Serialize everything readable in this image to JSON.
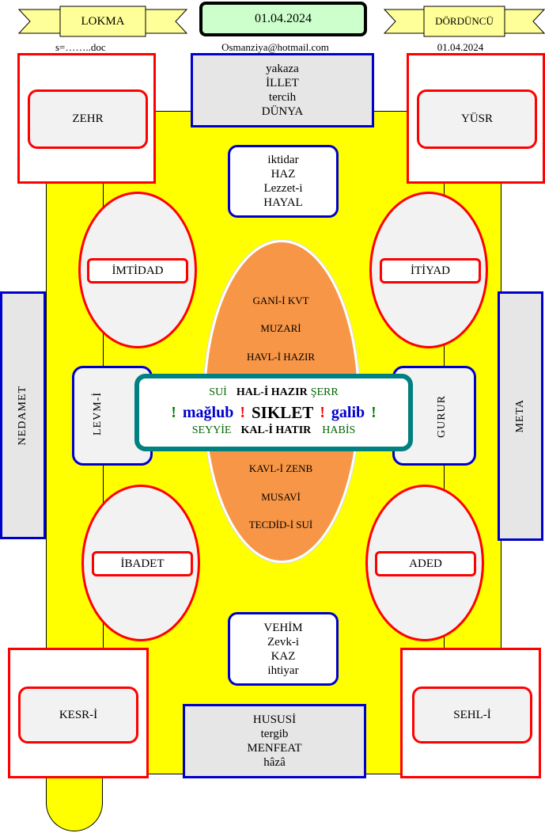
{
  "header": {
    "left_ribbon": "LOKMA",
    "center_date": "01.04.2024",
    "right_ribbon": "DÖRDÜNCÜ",
    "file_name": "s=……..doc",
    "email": "Osmanziya@hotmail.com",
    "right_date": "01.04.2024"
  },
  "top_box": [
    "yakaza",
    "İLLET",
    "tercih",
    "DÜNYA"
  ],
  "upper_box": [
    "iktidar",
    "HAZ",
    "Lezzet-i",
    "HAYAL"
  ],
  "corners": {
    "top_left": "ZEHR",
    "top_right": "YÜSR",
    "bottom_left": "KESR-İ",
    "bottom_right": "SEHL-İ"
  },
  "ellipses": {
    "upper_left": "İMTİDAD",
    "upper_right": "İTİYAD",
    "lower_left": "İBADET",
    "lower_right": "ADED"
  },
  "side_bars": {
    "left": "NEDAMET",
    "right": "META"
  },
  "side_boxes": {
    "left": "LEVM-İ",
    "right": "GURUR"
  },
  "center_oval": {
    "upper": [
      "GANİ-İ KVT",
      "MUZARİ",
      "HAVL-İ  HAZIR"
    ],
    "lower": [
      "KAVL-İ ZENB",
      "MUSAVİ",
      "TECDİD-İ SUİ"
    ]
  },
  "center_box": {
    "row1": {
      "a": "SUİ",
      "b": "HAL-İ HAZIR",
      "c": "ŞERR"
    },
    "row2": {
      "excl": "!",
      "a": "mağlub",
      "b": "SIKLET",
      "c": "galib"
    },
    "row3": {
      "a": "SEYYİE",
      "b": "KAL-İ HATIR",
      "c": "HABİS"
    }
  },
  "lower_box": [
    "VEHİM",
    "Zevk-i",
    "KAZ",
    "ihtiyar"
  ],
  "bottom_box": [
    "HUSUSİ",
    "tergib",
    "MENFEAT",
    "hâzâ"
  ],
  "colors": {
    "yellow": "#ffff00",
    "orange": "#f79646",
    "red": "#ff0000",
    "blue": "#0000cc",
    "teal": "#008080",
    "green": "#006400",
    "gray": "#e6e6e6",
    "ribbon": "#ffff99"
  }
}
